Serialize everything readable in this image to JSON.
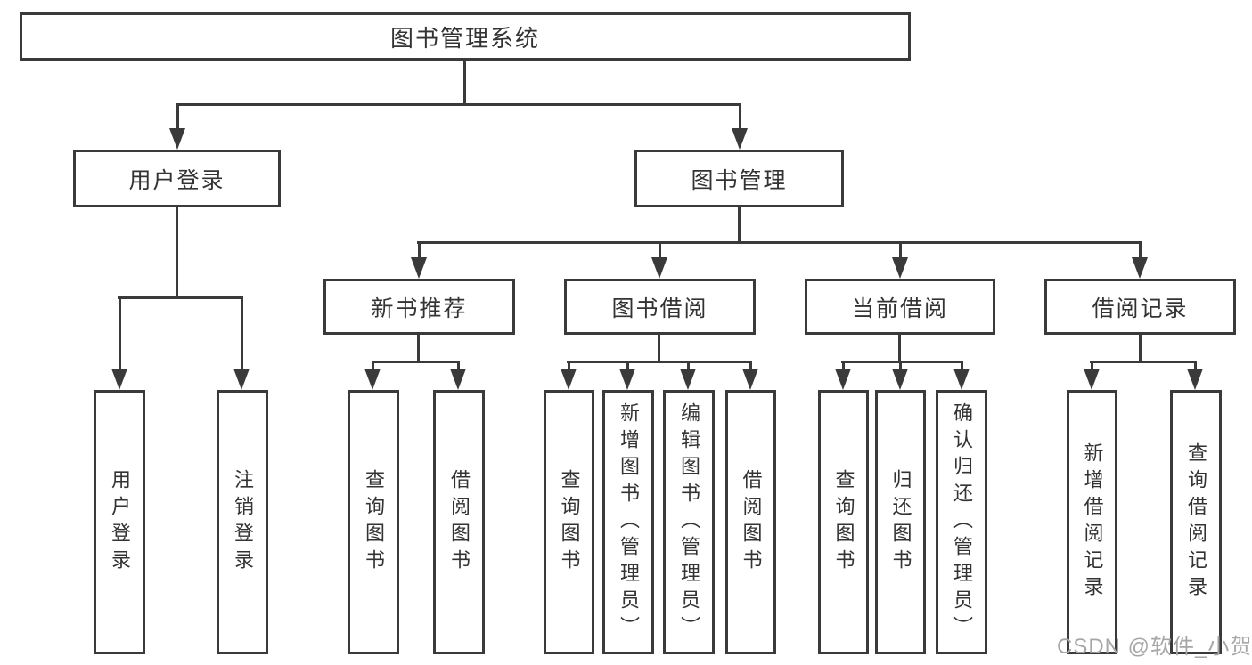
{
  "diagram": {
    "title": "图书管理系统",
    "root": {
      "label": "图书管理系统"
    },
    "level2": [
      {
        "id": "user-login",
        "label": "用户登录",
        "parent": "图书管理系统"
      },
      {
        "id": "book-management",
        "label": "图书管理",
        "parent": "图书管理系统"
      }
    ],
    "level3": [
      {
        "id": "new-book-recommend",
        "label": "新书推荐",
        "parent": "图书管理"
      },
      {
        "id": "book-borrow",
        "label": "图书借阅",
        "parent": "图书管理"
      },
      {
        "id": "current-borrow",
        "label": "当前借阅",
        "parent": "图书管理"
      },
      {
        "id": "borrow-records",
        "label": "借阅记录",
        "parent": "图书管理"
      }
    ],
    "leaves": [
      {
        "label": "用户登录",
        "parent": "用户登录"
      },
      {
        "label": "注销登录",
        "parent": "用户登录"
      },
      {
        "label": "查询图书",
        "parent": "新书推荐"
      },
      {
        "label": "借阅图书",
        "parent": "新书推荐"
      },
      {
        "label": "查询图书",
        "parent": "图书借阅"
      },
      {
        "label": "新增图书（管理员）",
        "parent": "图书借阅"
      },
      {
        "label": "编辑图书（管理员）",
        "parent": "图书借阅"
      },
      {
        "label": "借阅图书",
        "parent": "图书借阅"
      },
      {
        "label": "查询图书",
        "parent": "当前借阅"
      },
      {
        "label": "归还图书",
        "parent": "当前借阅"
      },
      {
        "label": "确认归还（管理员）",
        "parent": "当前借阅"
      },
      {
        "label": "新增借阅记录",
        "parent": "借阅记录"
      },
      {
        "label": "查询借阅记录",
        "parent": "借阅记录"
      }
    ],
    "colors": {
      "line": "#3a3a3a",
      "text": "#333333",
      "background": "#ffffff"
    }
  },
  "watermark": {
    "text": "CSDN @软件_小贺同学",
    "color": "#a6a6a6"
  }
}
